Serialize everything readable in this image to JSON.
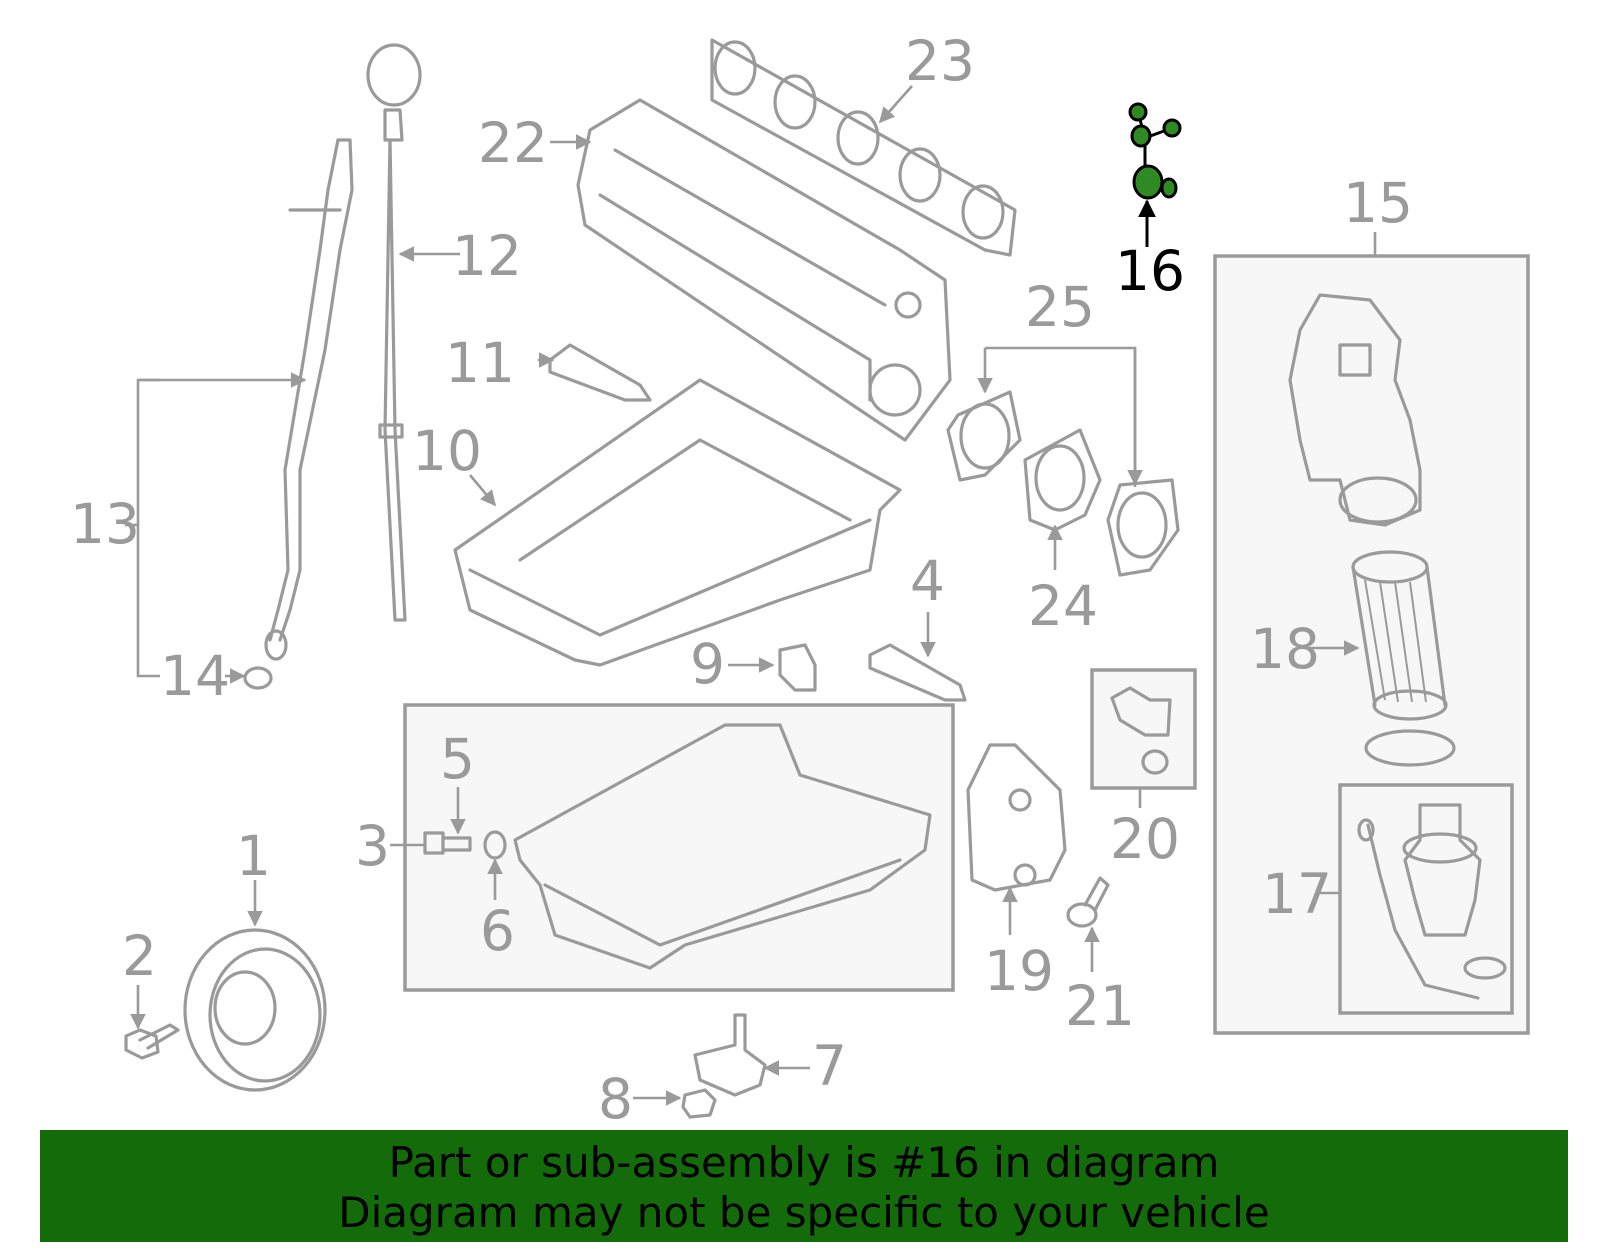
{
  "colors": {
    "line": "#9a9a9a",
    "highlight": "#136b0a",
    "highlight_part": "#2f8a24",
    "banner_bg": "#136b0a"
  },
  "callouts": [
    "1",
    "2",
    "3",
    "4",
    "5",
    "6",
    "7",
    "8",
    "9",
    "10",
    "11",
    "12",
    "13",
    "14",
    "15",
    "16",
    "17",
    "18",
    "19",
    "20",
    "21",
    "22",
    "23",
    "24",
    "25"
  ],
  "highlighted_callout": "16",
  "banner": {
    "line1": "Part or sub-assembly is #16 in diagram",
    "line2": "Diagram may not be specific to your vehicle"
  }
}
